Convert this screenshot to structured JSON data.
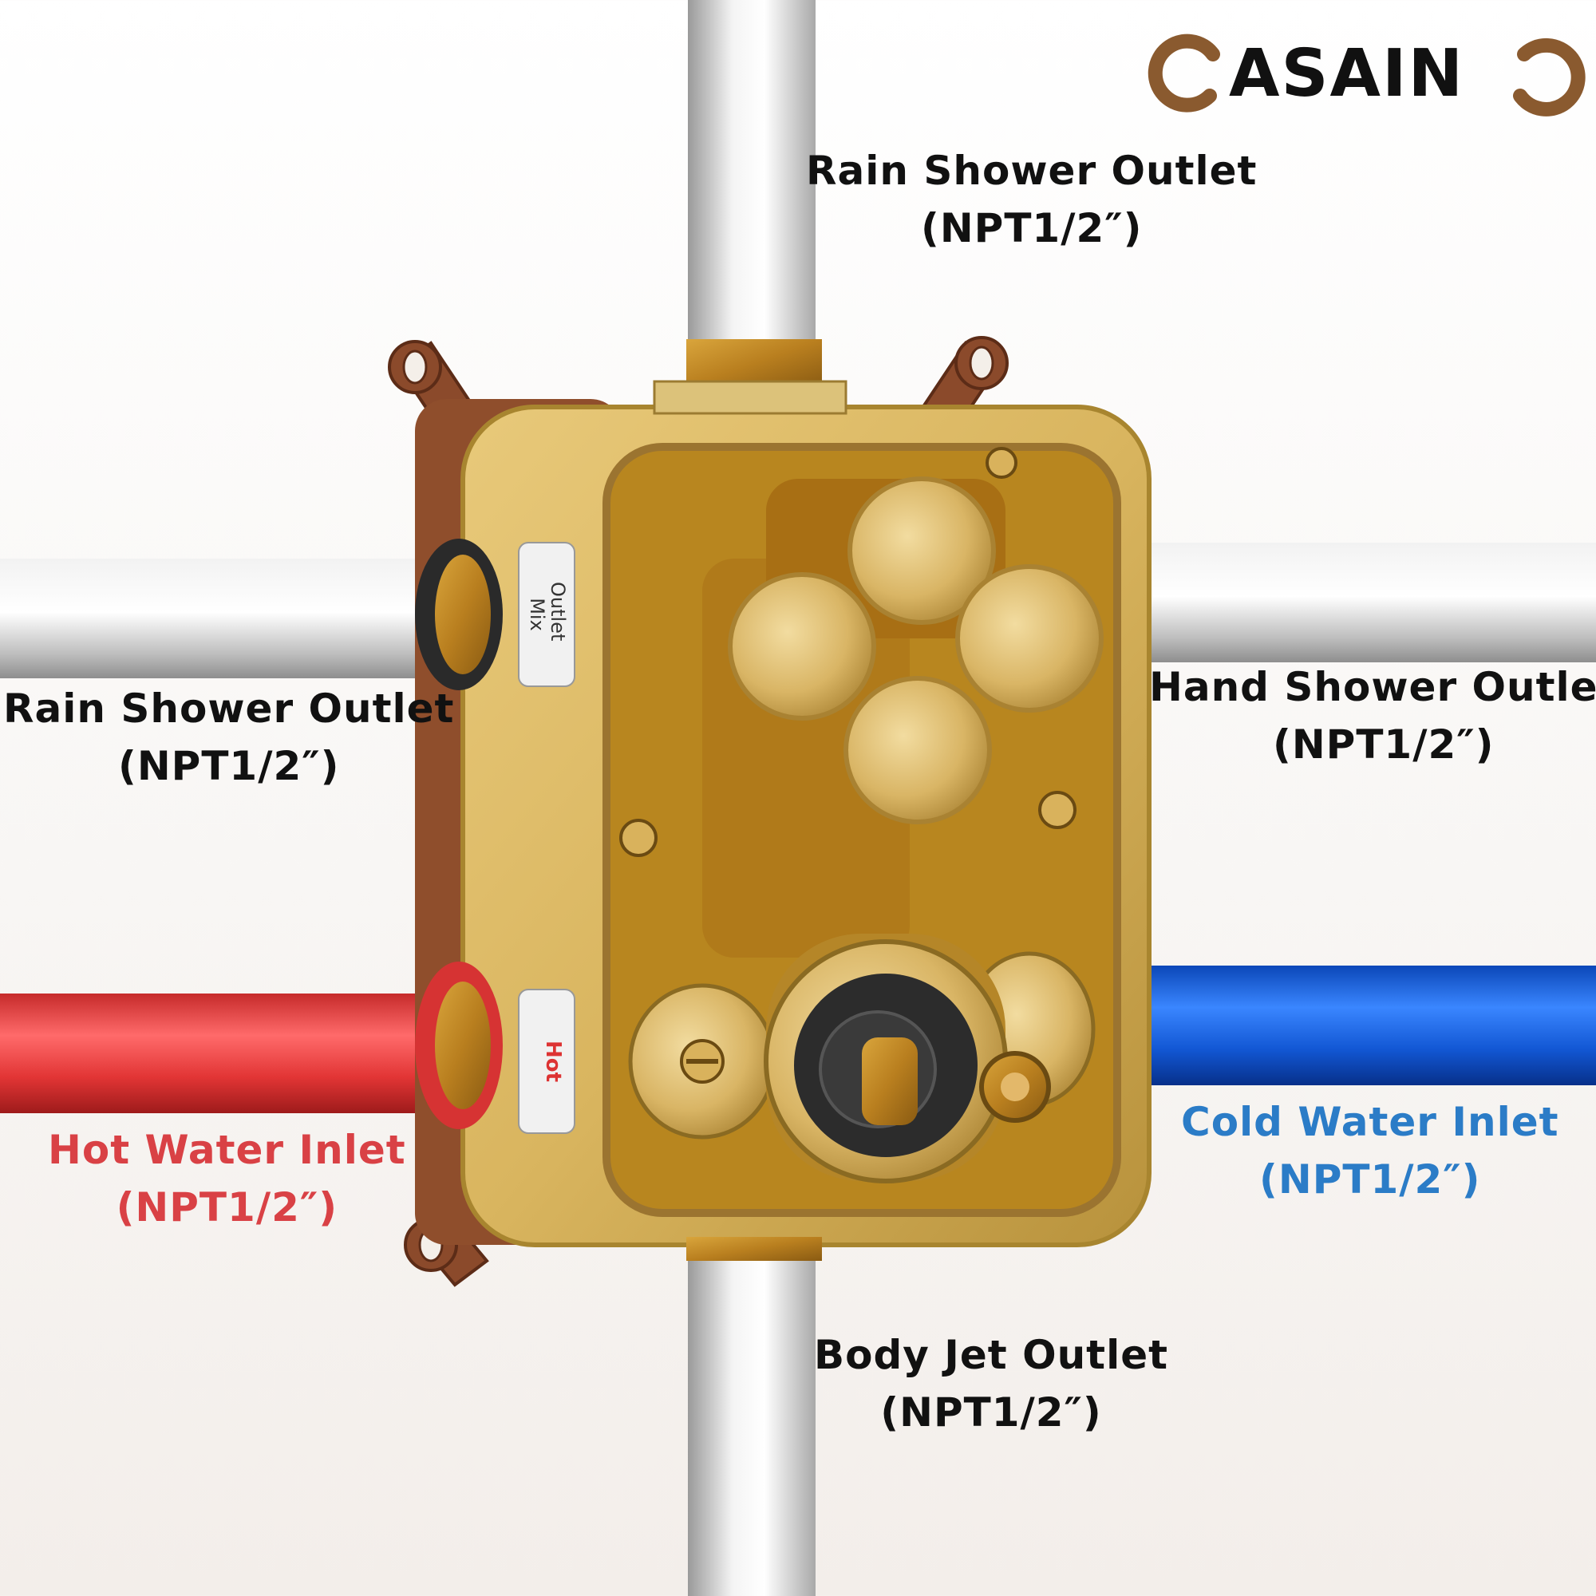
{
  "brand": {
    "name": "ASAIN",
    "accent_color": "#8a5a2f"
  },
  "labels": {
    "top_outlet": {
      "title": "Rain Shower Outlet",
      "spec": "(NPT1/2″)"
    },
    "left_outlet": {
      "title": "Rain Shower Outlet",
      "spec": "(NPT1/2″)"
    },
    "right_outlet": {
      "title": "Hand Shower Outlet",
      "spec": "(NPT1/2″)"
    },
    "hot_inlet": {
      "title": "Hot Water Inlet",
      "spec": "(NPT1/2″)"
    },
    "cold_inlet": {
      "title": "Cold Water Inlet",
      "spec": "(NPT1/2″)"
    },
    "bottom_outlet": {
      "title": "Body Jet Outlet",
      "spec": "(NPT1/2″)"
    }
  },
  "box_tags": {
    "outlet_tag_line1": "Outlet",
    "outlet_tag_line2": "Mix",
    "hot_tag": "Hot"
  },
  "colors": {
    "hot": "#d94145",
    "cold": "#2b7cc7",
    "brass": "#c9a24a",
    "pipe": "#c9c9c9"
  }
}
